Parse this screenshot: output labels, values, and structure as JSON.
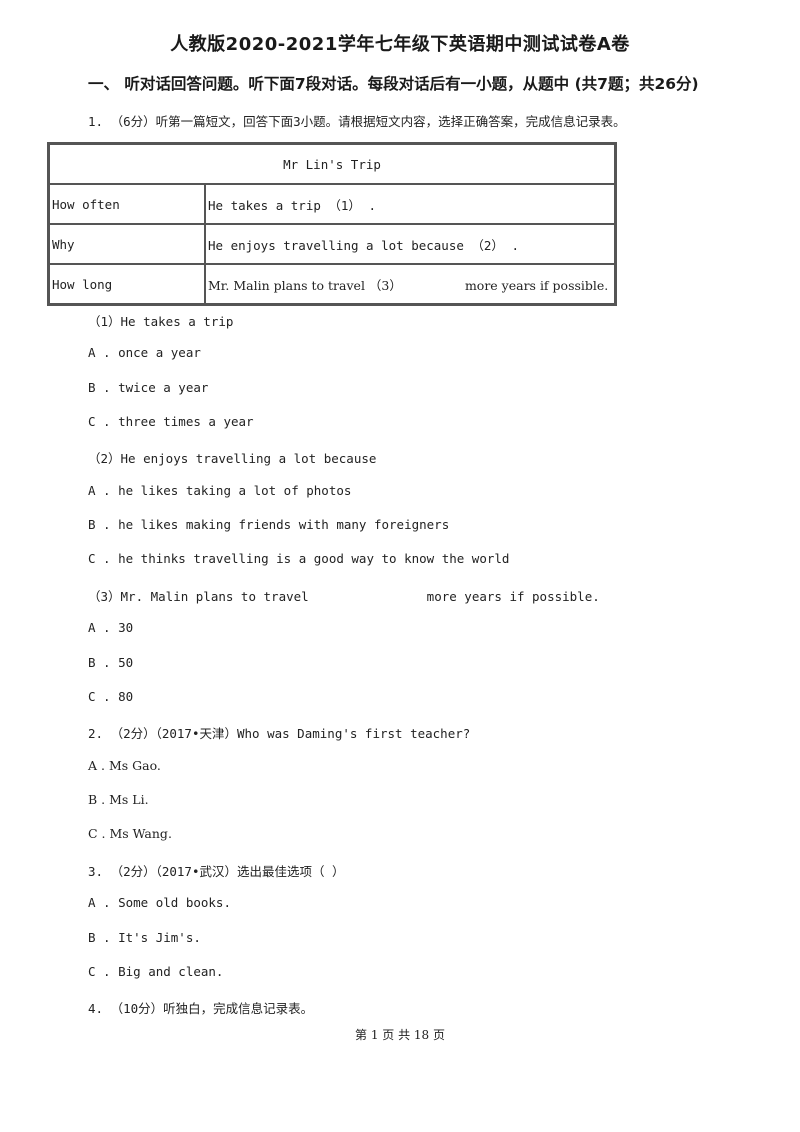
{
  "title": "人教版2020-2021学年七年级下英语期中测试试卷A卷",
  "section": "一、 听对话回答问题。听下面7段对话。每段对话后有一小题，从题中 (共7题；共26分)",
  "q1": {
    "stem": "1.  （6分）听第一篇短文，回答下面3小题。请根据短文内容，选择正确答案，完成信息记录表。",
    "table": {
      "header": "Mr Lin's Trip",
      "rows": [
        {
          "label": "How often",
          "value": "He takes a trip （1）   ."
        },
        {
          "label": "Why",
          "value": "He enjoys travelling a lot because   （2）   ."
        },
        {
          "label": "How long",
          "value_a": "Mr. Malin plans to travel   （3）",
          "value_b": "more years if possible."
        }
      ]
    },
    "sub1": {
      "stem": "（1）He takes a trip",
      "options": [
        "A . once a year",
        "B . twice a year",
        "C . three times a year"
      ]
    },
    "sub2": {
      "stem": "（2）He enjoys travelling a lot because",
      "options": [
        "A . he likes taking a lot of photos",
        "B . he likes making friends with many foreigners",
        "C . he thinks travelling is a good way to know the world"
      ]
    },
    "sub3": {
      "stem_a": "（3）Mr. Malin plans to travel",
      "stem_b": "more years if possible.",
      "options": [
        "A . 30",
        "B . 50",
        "C . 80"
      ]
    }
  },
  "q2": {
    "stem": "2.  （2分）（2017•天津）Who was Daming's first teacher?",
    "options": [
      "A . Ms Gao.",
      "B . Ms Li.",
      "C . Ms Wang."
    ]
  },
  "q3": {
    "stem": "3.  （2分）（2017•武汉）选出最佳选项（     ）",
    "options": [
      "A . Some old books.",
      "B . It's Jim's.",
      "C . Big and clean."
    ]
  },
  "q4": {
    "stem": "4.  （10分）听独白，完成信息记录表。"
  },
  "footer": "第 1 页 共 18 页"
}
